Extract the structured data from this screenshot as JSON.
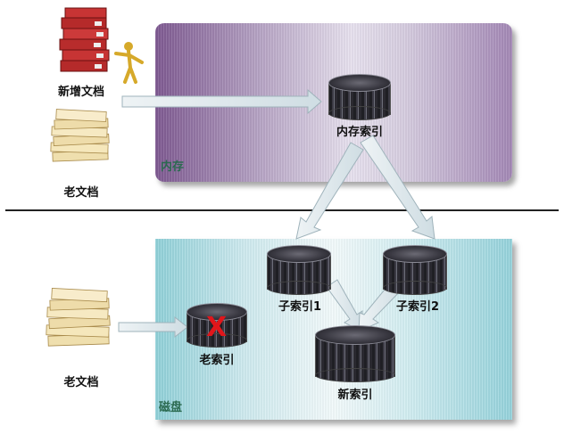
{
  "labels": {
    "new_docs": "新增文档",
    "old_docs_top": "老文档",
    "old_docs_bottom": "老文档",
    "memory": "内存",
    "memory_index": "内存索引",
    "disk": "磁盘",
    "sub_index_1": "子索引1",
    "sub_index_2": "子索引2",
    "old_index": "老索引",
    "new_index": "新索引",
    "x_mark": "X"
  },
  "colors": {
    "memory_panel": "#9a7bb0",
    "disk_panel": "#b5e2e8",
    "arrow": "#dfe8ec",
    "x_mark": "#e0161b"
  },
  "icons": [
    "binders-icon",
    "figure-icon",
    "paper-stack-icon",
    "database-drum-icon"
  ]
}
